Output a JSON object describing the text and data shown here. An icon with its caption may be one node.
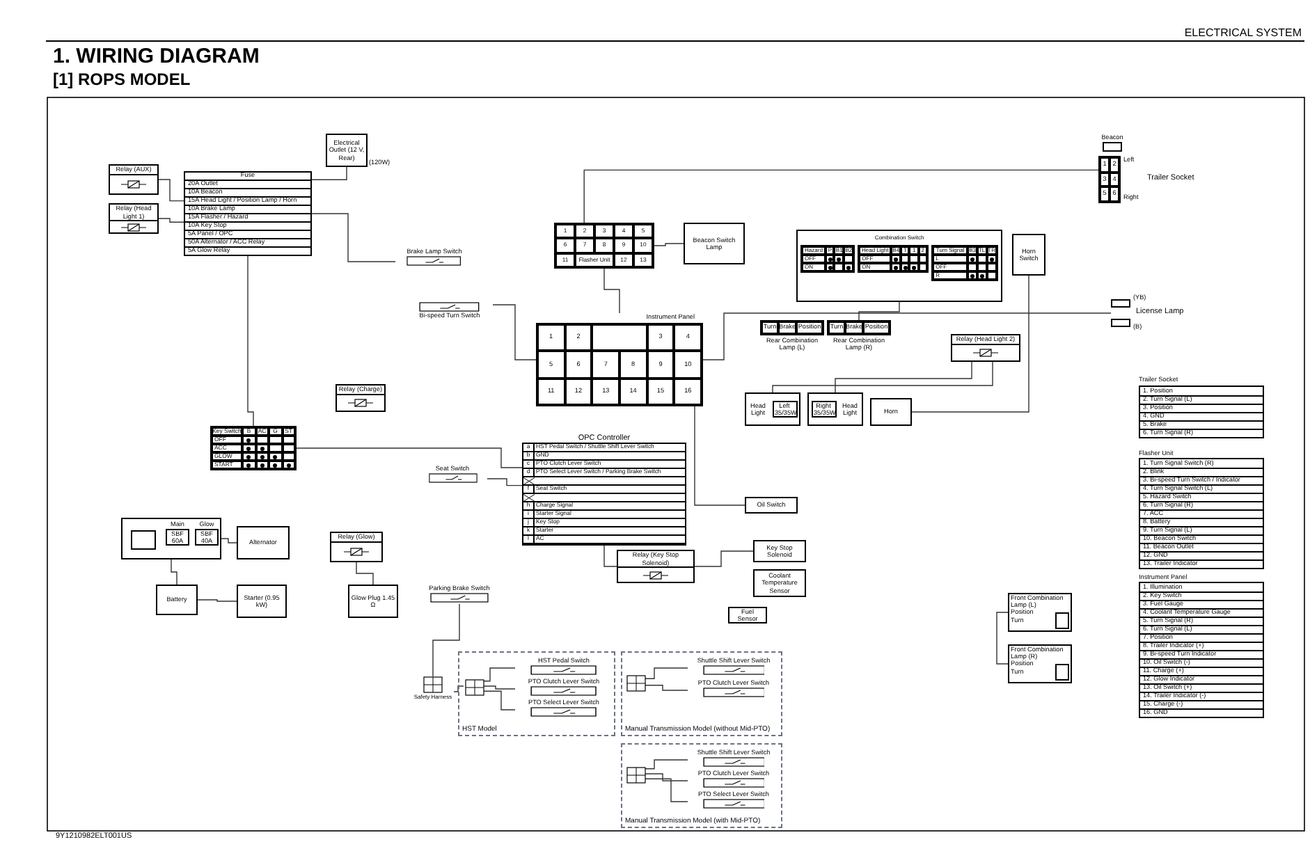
{
  "diagram": {
    "title": "1. WIRING DIAGRAM",
    "nodes": [
      {
        "text": [
          "Electrical Outlet (12 V, Rear)"
        ],
        "beside": [
          "(120W)"
        ]
      },
      {
        "text": [
          "Fuse",
          "20A Outlet",
          "10A Beacon",
          "15A Head Light / Position Lamp / Horn",
          "10A Brake Lamp",
          "15A Flasher / Hazard",
          "10A Key Stop",
          "5A Panel / OPC",
          "50A Alternator / ACC Relay",
          "5A Glow Relay"
        ]
      },
      {
        "text": [
          "Relay (AUX)"
        ]
      },
      {
        "text": [
          "Relay (Head Light 1)"
        ]
      },
      {
        "text": [
          "Brake Lamp Switch"
        ]
      },
      {
        "text": [
          "Bi-speed Turn Switch"
        ]
      },
      {
        "text": [
          "1",
          "2",
          "3",
          "4",
          "5",
          "6",
          "7",
          "8",
          "9",
          "10",
          "11",
          "Flasher Unit",
          "12",
          "13"
        ]
      },
      {
        "text": [
          "Beacon Switch",
          "Lamp"
        ]
      },
      {
        "text": [
          "Combination Switch",
          "Hazard",
          "P",
          "B1",
          "B2",
          "OFF",
          "ON",
          "Head Light",
          "B4",
          "T",
          "1",
          "2",
          "OFF",
          "ON",
          "Turn Signal",
          "B3",
          "TL",
          "TR",
          "L",
          "OFF",
          "R"
        ]
      },
      {
        "text": [
          "Horn Switch"
        ]
      },
      {
        "text": [
          "Instrument Panel",
          "1",
          "2",
          "3",
          "4",
          "5",
          "6",
          "7",
          "8",
          "9",
          "10",
          "11",
          "12",
          "13",
          "14",
          "15",
          "16"
        ]
      },
      {
        "text": [
          "Turn",
          "Brake",
          "Position",
          "Rear Combination Lamp (L)"
        ]
      },
      {
        "text": [
          "Turn",
          "Brake",
          "Position",
          "Rear Combination Lamp (R)"
        ]
      },
      {
        "text": [
          "Relay (Head Light 2)"
        ]
      },
      {
        "text": [
          "Head Light",
          "Left 35/35W"
        ]
      },
      {
        "text": [
          "Right 35/35W",
          "Head Light"
        ]
      },
      {
        "text": [
          "Horn"
        ]
      },
      {
        "text": [
          "Beacon"
        ]
      },
      {
        "text": [
          "1",
          "2",
          "3",
          "4",
          "5",
          "6"
        ],
        "beside": [
          "Left",
          "Trailer Socket",
          "Right"
        ]
      },
      {
        "text": [
          "(YB)",
          "License Lamp",
          "(B)"
        ]
      },
      {
        "text": [
          "Key Switch",
          "B",
          "AC",
          "G",
          "ST",
          "OFF",
          "ACC",
          "GLOW",
          "START"
        ]
      },
      {
        "text": [
          "Relay (Charge)"
        ]
      },
      {
        "text": [
          "OPC Controller",
          "a",
          "HST Pedal Switch / Shuttle Shift Lever Switch",
          "b",
          "GND",
          "c",
          "PTO Clutch Lever Switch",
          "d",
          "PTO Select Lever Switch / Parking Brake Switch",
          "f",
          "Seat Switch",
          "h",
          "Charge Signal",
          "i",
          "Starter Signal",
          "j",
          "Key Stop",
          "k",
          "Starter",
          "l",
          "AC"
        ]
      },
      {
        "text": [
          "Seat Switch"
        ]
      },
      {
        "text": [
          "Main",
          "Glow",
          "SBF 60A",
          "SBF 40A"
        ]
      },
      {
        "text": [
          "Alternator"
        ]
      },
      {
        "text": [
          "Relay (Glow)"
        ]
      },
      {
        "text": [
          "Battery"
        ]
      },
      {
        "text": [
          "Starter (0.95 kW)"
        ]
      },
      {
        "text": [
          "Glow Plug 1.45 Ω"
        ]
      },
      {
        "text": [
          "Parking Brake Switch"
        ]
      },
      {
        "text": [
          "Safety Harness"
        ]
      },
      {
        "text": [
          "HST Model"
        ]
      },
      {
        "text": [],
        "shape": "box",
        "in": 32
      },
      {
        "text": [
          "HST Pedal Switch"
        ],
        "in": 32
      },
      {
        "text": [
          "PTO Clutch Lever Switch"
        ],
        "in": 32
      },
      {
        "text": [
          "PTO Select Lever Switch"
        ],
        "in": 32
      },
      {
        "text": [
          "Manual Transmission Model (without Mid-PTO)"
        ]
      },
      {
        "text": [],
        "shape": "box",
        "in": 37
      },
      {
        "text": [
          "Shuttle Shift Lever Switch"
        ],
        "in": 37
      },
      {
        "text": [
          "PTO Clutch Lever Switch"
        ],
        "in": 37
      },
      {
        "text": [
          "Manual Transmission Model (with Mid-PTO)"
        ]
      },
      {
        "text": [],
        "shape": "box",
        "in": 41
      },
      {
        "text": [
          "Shuttle Shift Lever Switch"
        ],
        "in": 41
      },
      {
        "text": [
          "PTO Clutch Lever Switch"
        ],
        "in": 41
      },
      {
        "text": [
          "PTO Select Lever Switch"
        ],
        "in": 41
      },
      {
        "text": [
          "Relay (Key Stop Solenoid)"
        ]
      },
      {
        "text": [
          "Oil Switch"
        ]
      },
      {
        "text": [
          "Key Stop Solenoid"
        ]
      },
      {
        "text": [
          "Coolant Temperature Sensor"
        ]
      },
      {
        "text": [
          "Fuel Sensor"
        ]
      },
      {
        "text": [
          "Front Combination Lamp (L)",
          "Position",
          "Turn"
        ]
      },
      {
        "text": [
          "Front Combination Lamp (R)",
          "Position",
          "Turn"
        ]
      },
      {
        "text": [
          "Trailer Socket",
          "1. Position",
          "2. Turn Signal (L)",
          "3. Position",
          "4. GND",
          "5. Brake",
          "6. Turn Signal (R)"
        ]
      },
      {
        "text": [
          "Flasher Unit",
          "1. Turn Signal Switch (R)",
          "2. Blink",
          "3. Bi-speed Turn Switch / Indicator",
          "4. Turn Signal Switch (L)",
          "5. Hazard Switch",
          "6. Turn Signal (R)",
          "7. ACC",
          "8. Battery",
          "9. Turn Signal (L)",
          "10. Beacon Switch",
          "11. Beacon Outlet",
          "12. GND",
          "13. Trailer Indicator"
        ]
      },
      {
        "text": [
          "Instrument Panel",
          "1. Illumination",
          "2. Key Switch",
          "3. Fuel Gauge",
          "4. Coolant Temperature Gauge",
          "5. Turn Signal (R)",
          "6. Turn Signal (L)",
          "7. Position",
          "8. Trailer Indicator (+)",
          "9. Bi-speed Turn Indicator",
          "10. Oil Switch (-)",
          "11. Charge (+)",
          "12. Glow Indicator",
          "13. Oil Switch (+)",
          "14. Trailer Indicator (-)",
          "15. Charge (-)",
          "16. GND"
        ]
      }
    ],
    "edges": [
      {
        "from": 2,
        "to": 1,
        "arrow": "none"
      },
      {
        "from": 3,
        "to": 1,
        "arrow": "none"
      },
      {
        "from": 1,
        "to": 4,
        "arrow": "none"
      },
      {
        "from": 5,
        "to": 10,
        "arrow": "none"
      },
      {
        "from": 6,
        "to": 10,
        "arrow": "none"
      },
      {
        "from": 7,
        "to": 6,
        "arrow": "none"
      },
      {
        "from": 8,
        "to": 12,
        "arrow": "none"
      },
      {
        "from": 13,
        "to": 15,
        "arrow": "none"
      },
      {
        "from": 13,
        "to": 14,
        "arrow": "none"
      },
      {
        "from": 9,
        "to": 16,
        "arrow": "none"
      },
      {
        "from": 18,
        "to": 6,
        "arrow": "none"
      },
      {
        "from": 19,
        "to": 10,
        "arrow": "none"
      },
      {
        "from": 1,
        "to": 20,
        "arrow": "none"
      },
      {
        "from": 20,
        "to": 22,
        "arrow": "none"
      },
      {
        "from": 23,
        "to": 22,
        "arrow": "none"
      },
      {
        "from": 24,
        "to": 27,
        "arrow": "none"
      },
      {
        "from": 24,
        "to": 25,
        "arrow": "none"
      },
      {
        "from": 26,
        "to": 29,
        "arrow": "none"
      },
      {
        "from": 27,
        "to": 28,
        "arrow": "none"
      },
      {
        "from": 22,
        "to": 46,
        "arrow": "none"
      },
      {
        "from": 46,
        "to": 48,
        "arrow": "none"
      },
      {
        "from": 31,
        "to": 30,
        "arrow": "none"
      },
      {
        "from": 31,
        "to": 33,
        "arrow": "none"
      },
      {
        "from": 33,
        "to": 34,
        "arrow": "none"
      },
      {
        "from": 33,
        "to": 35,
        "arrow": "none"
      },
      {
        "from": 33,
        "to": 36,
        "arrow": "none"
      },
      {
        "from": 38,
        "to": 39,
        "arrow": "none"
      },
      {
        "from": 38,
        "to": 40,
        "arrow": "none"
      },
      {
        "from": 42,
        "to": 43,
        "arrow": "none"
      },
      {
        "from": 42,
        "to": 44,
        "arrow": "none"
      },
      {
        "from": 42,
        "to": 45,
        "arrow": "none"
      },
      {
        "from": 10,
        "to": 47,
        "arrow": "none"
      },
      {
        "from": 52,
        "to": 51,
        "arrow": "none"
      },
      {
        "from": 0,
        "to": 1,
        "arrow": "none"
      }
    ],
    "labels": [
      "ELECTRICAL SYSTEM",
      "[1] ROPS MODEL",
      "9Y1210982ELT001US"
    ]
  }
}
